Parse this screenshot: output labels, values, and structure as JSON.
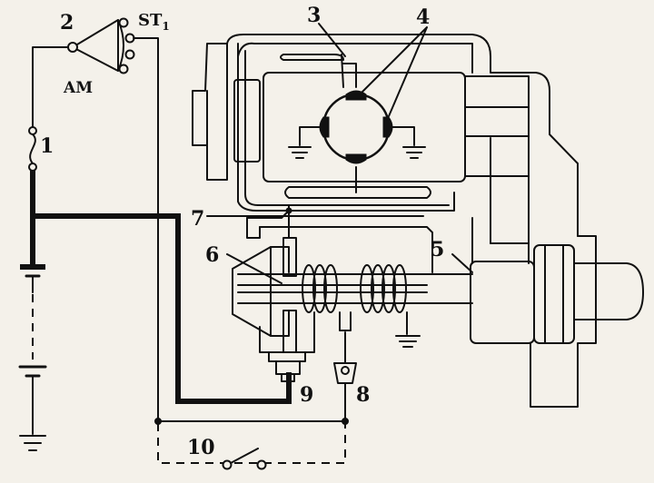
{
  "labels": {
    "n1": "1",
    "n2": "2",
    "n3": "3",
    "n4": "4",
    "n5": "5",
    "n6": "6",
    "n7": "7",
    "n8": "8",
    "n9": "9",
    "n10": "10",
    "am": "AM",
    "st_main": "ST",
    "st_sub": "1"
  },
  "colors": {
    "ink": "#111111",
    "paper": "#f4f1ea"
  }
}
